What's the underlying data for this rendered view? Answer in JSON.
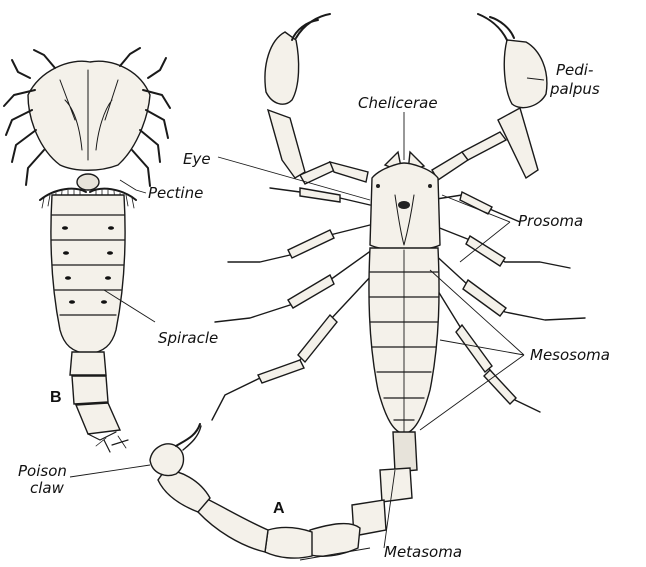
{
  "figure": {
    "labels": {
      "chelicerae": "Chelicerae",
      "pedipalpus_line1": "Pedi-",
      "pedipalpus_line2": "palpus",
      "eye": "Eye",
      "pectine": "Pectine",
      "prosoma": "Prosoma",
      "spiracle": "Spiracle",
      "mesosoma": "Mesosoma",
      "poison_claw_line1": "Poison",
      "poison_claw_line2": "claw",
      "metasoma": "Metasoma"
    },
    "panels": {
      "a": "A",
      "b": "B"
    }
  }
}
